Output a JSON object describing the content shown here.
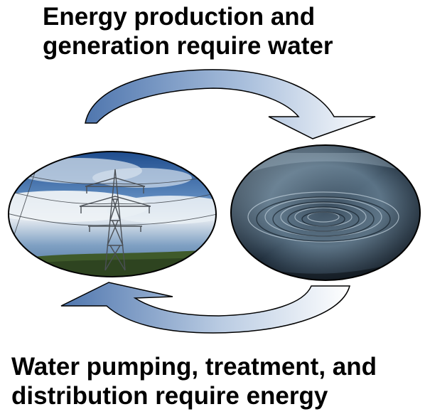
{
  "top_caption": {
    "line1": "Energy production and",
    "line2": "generation require water"
  },
  "bottom_caption": {
    "line1": "Water pumping, treatment, and",
    "line2": "distribution require energy"
  },
  "colors": {
    "arrow_dark": "#5b7fb4",
    "arrow_light": "#ffffff",
    "sky_top": "#2c5b9a",
    "cloud": "#e6ecf2",
    "water_dark": "#0f1d2b",
    "water_light": "#6d8aa0"
  },
  "icons": [
    "transmission-tower-icon",
    "water-ripple-icon"
  ]
}
